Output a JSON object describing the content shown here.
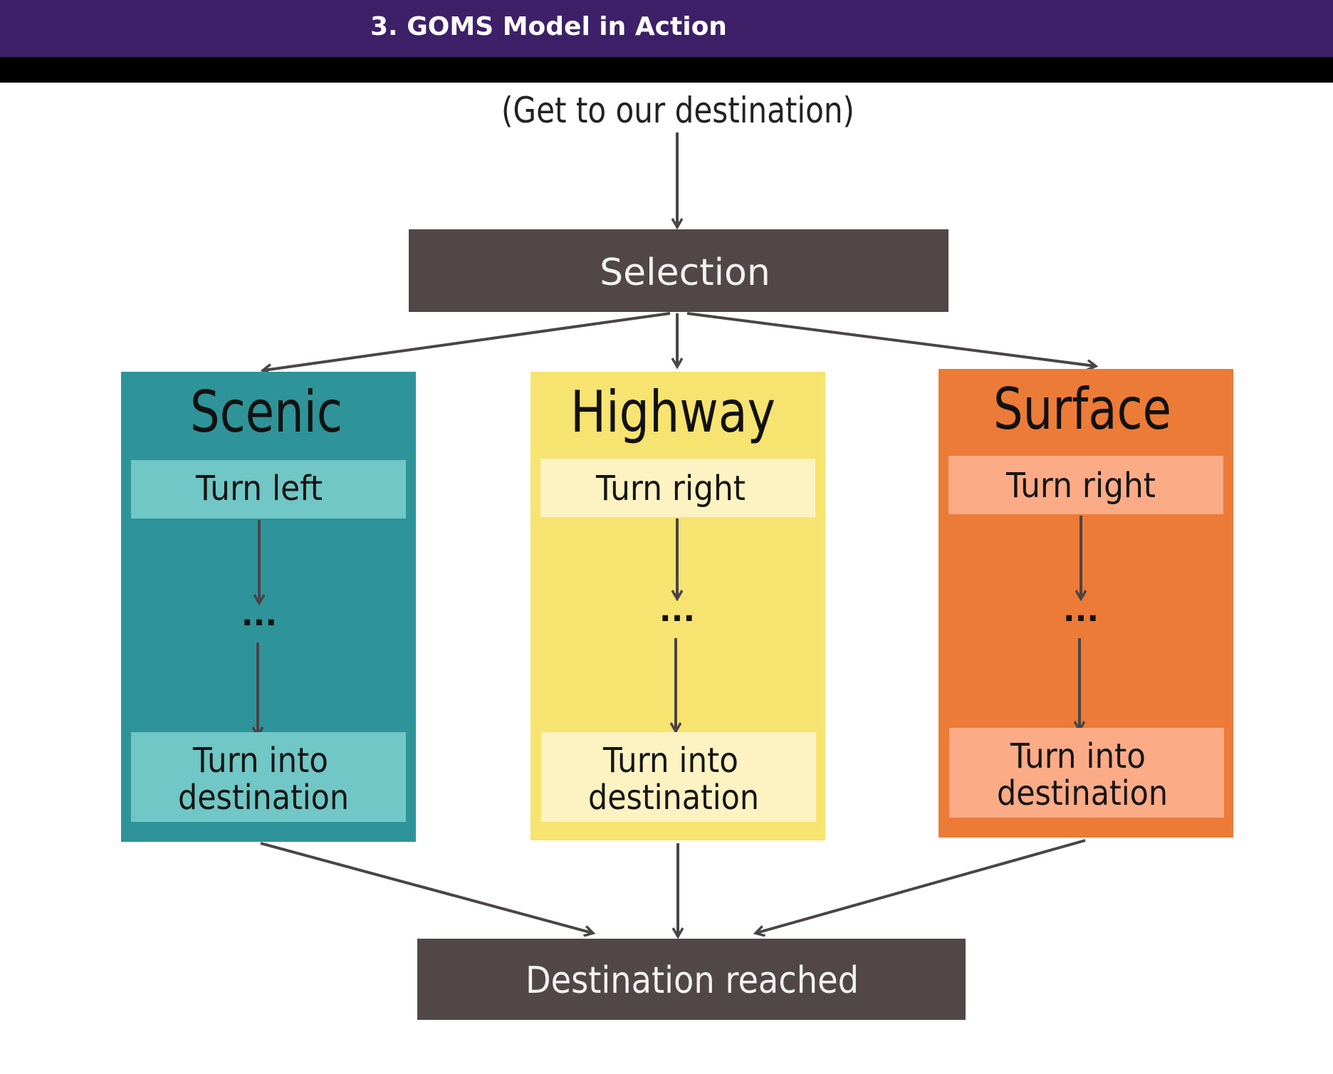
{
  "slide": {
    "title": "3. GOMS Model in Action"
  },
  "diagram": {
    "goal": "(Get to our destination)",
    "selection_label": "Selection",
    "final_label": "Destination reached",
    "columns": [
      {
        "title": "Scenic",
        "first_step": "Turn left",
        "ellipsis": "...",
        "last_step_line1": "Turn into",
        "last_step_line2": "destination",
        "color": "#2e9499",
        "step_color": "#71c7c5"
      },
      {
        "title": "Highway",
        "first_step": "Turn right",
        "ellipsis": "...",
        "last_step_line1": "Turn into",
        "last_step_line2": "destination",
        "color": "#f7e370",
        "step_color": "#fdf3c2"
      },
      {
        "title": "Surface",
        "first_step": "Turn right",
        "ellipsis": "...",
        "last_step_line1": "Turn into",
        "last_step_line2": "destination",
        "color": "#ec7b37",
        "step_color": "#fbab86"
      }
    ],
    "colors": {
      "title_bar": "#3d2068",
      "dark_box": "#514748",
      "arrow": "#4a4446"
    }
  }
}
